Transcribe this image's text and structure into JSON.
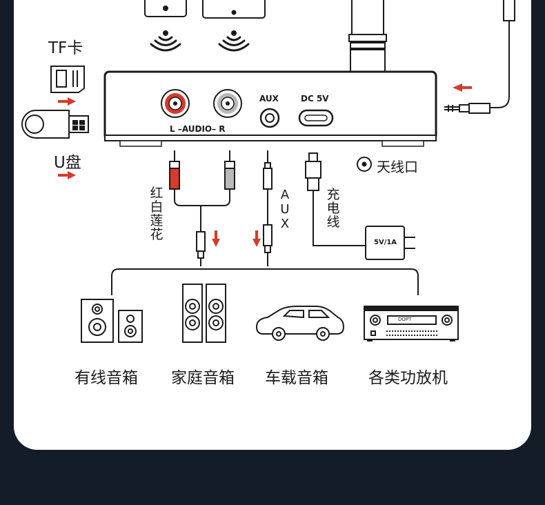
{
  "labels": {
    "tf_card": "TF卡",
    "u_disk": "U盘",
    "port_audio": "L –AUDIO– R",
    "port_aux": "AUX",
    "port_dc": "DC 5V",
    "antenna_port": "天线口",
    "rca_cable": "红白莲花",
    "aux_cable": "AUX",
    "charge_cable": "充电线",
    "adapter": "5V/1A"
  },
  "devices": [
    {
      "label": "有线音箱"
    },
    {
      "label": "家庭音箱"
    },
    {
      "label": "车载音箱"
    },
    {
      "label": "各类功放机"
    }
  ],
  "amp_display": "DOPT",
  "colors": {
    "background": "#141c27",
    "card": "#ffffff",
    "accent_red": "#d8392b",
    "line": "#1a1a1a"
  }
}
